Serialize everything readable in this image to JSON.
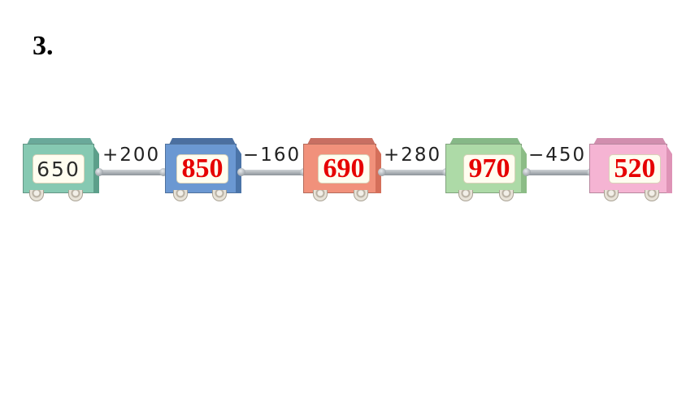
{
  "question": {
    "number": "3."
  },
  "train": {
    "cars": [
      {
        "value": "650",
        "kind": "given",
        "color": "#86c9b2",
        "top": "#6aa99a",
        "side": "#5c9f8a"
      },
      {
        "value": "850",
        "kind": "answer",
        "color": "#6b98d2",
        "top": "#4b6fa0",
        "side": "#4b74a8"
      },
      {
        "value": "690",
        "kind": "answer",
        "color": "#f1917b",
        "top": "#c86f62",
        "side": "#d56f5a"
      },
      {
        "value": "970",
        "kind": "answer",
        "color": "#addaa7",
        "top": "#86b887",
        "side": "#8cbc86"
      },
      {
        "value": "520",
        "kind": "answer",
        "color": "#f5b4d3",
        "top": "#d18eae",
        "side": "#de93b6"
      }
    ],
    "operations": [
      "+200",
      "−160",
      "+280",
      "−450"
    ]
  }
}
